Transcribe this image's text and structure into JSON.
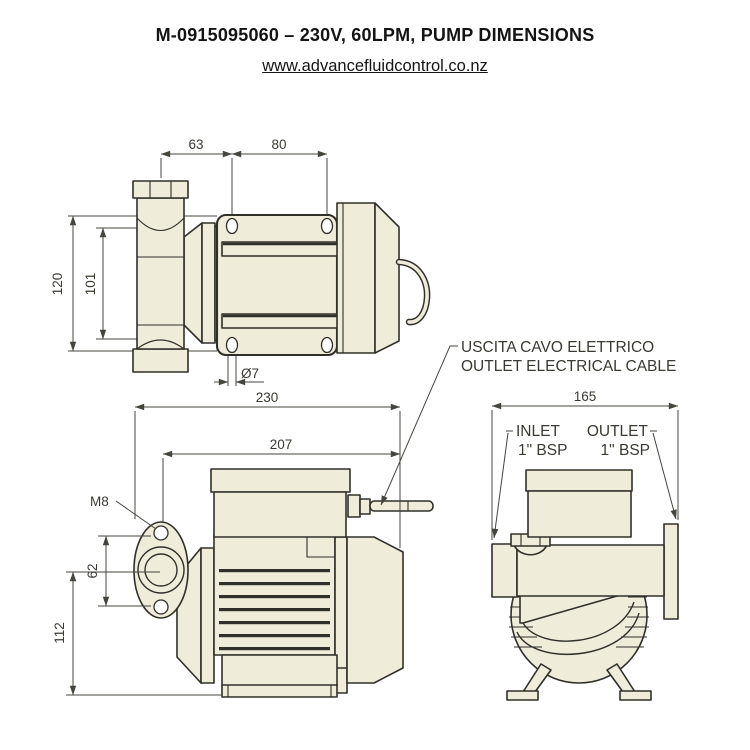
{
  "header": {
    "title": "M-0915095060 – 230V, 60LPM, PUMP DIMENSIONS",
    "website": "www.advancefluidcontrol.co.nz"
  },
  "colors": {
    "background": "#ffffff",
    "body_fill": "#efecda",
    "line": "#30302a",
    "dim_line": "#45453e",
    "text": "#3a3a32",
    "title_text": "#141414"
  },
  "top_view": {
    "d63": "63",
    "d80": "80",
    "d120": "120",
    "d101": "101",
    "d7": "Ø7"
  },
  "side_view": {
    "d230": "230",
    "d207": "207",
    "d62": "62",
    "d112": "112",
    "m8": "M8"
  },
  "end_view": {
    "d165": "165",
    "inlet_label": "INLET",
    "inlet_size": "1\" BSP",
    "outlet_label": "OUTLET",
    "outlet_size": "1\" BSP"
  },
  "callout": {
    "line1": "USCITA CAVO ELETTRICO",
    "line2": "OUTLET ELECTRICAL CABLE"
  }
}
